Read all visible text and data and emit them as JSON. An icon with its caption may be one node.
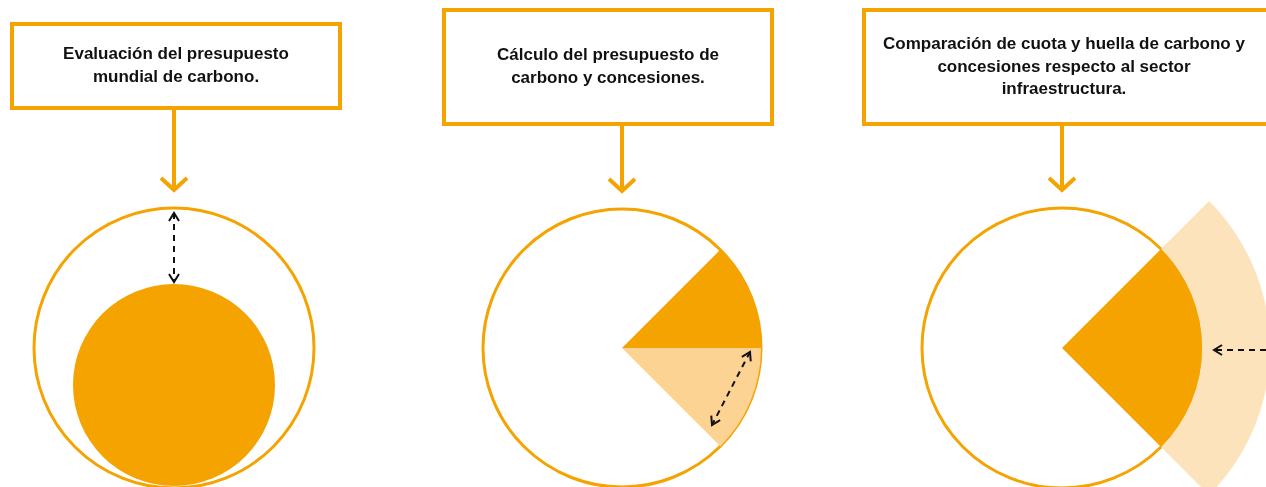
{
  "diagram": {
    "nodes": [
      {
        "text": [
          "Evaluación del presupuesto mundial de carbono."
        ]
      },
      {
        "text": [
          "Cálculo del presupuesto de carbono y concesiones."
        ]
      },
      {
        "text": [
          "Comparación de cuota y huella de carbono y concesiones respecto al sector infraestructura."
        ]
      },
      {
        "text": [],
        "shape": "circle"
      },
      {
        "text": [],
        "shape": "circle"
      },
      {
        "text": [],
        "shape": "circle"
      }
    ],
    "edges": [
      {
        "from": 0,
        "to": 3,
        "arrow": "to"
      },
      {
        "from": 1,
        "to": 4,
        "arrow": "to"
      },
      {
        "from": 2,
        "to": 5,
        "arrow": "to"
      }
    ]
  }
}
